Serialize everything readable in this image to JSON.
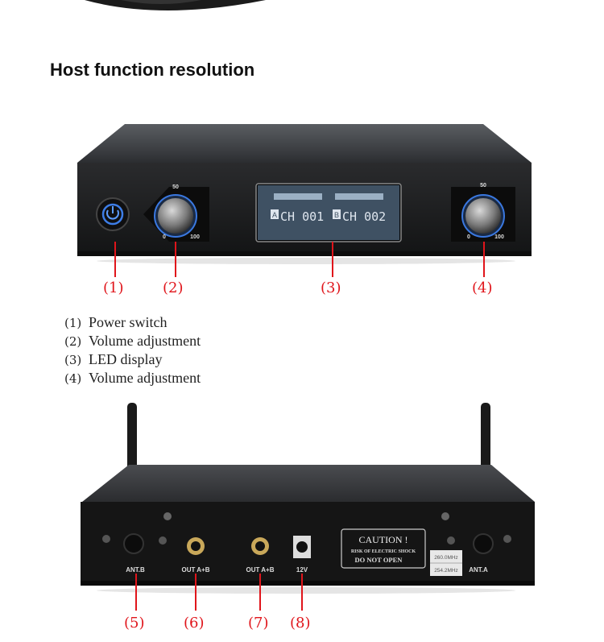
{
  "heading": "Host function resolution",
  "front_panel": {
    "knob_left": {
      "max": "100",
      "mid": "50",
      "min": "0"
    },
    "knob_right": {
      "max": "100",
      "mid": "50",
      "min": "0"
    },
    "lcd": {
      "channel_a_tag": "A",
      "channel_a": "CH 001",
      "channel_b_tag": "B",
      "channel_b": "CH 002"
    },
    "callouts": [
      "(1)",
      "(2)",
      "(3)",
      "(4)"
    ]
  },
  "legend": [
    {
      "num": "(1)",
      "label": "Power switch"
    },
    {
      "num": "(2)",
      "label": "Volume adjustment"
    },
    {
      "num": "(3)",
      "label": "LED display"
    },
    {
      "num": "(4)",
      "label": "Volume adjustment"
    }
  ],
  "back_panel": {
    "port_labels": {
      "ant_b": "ANT.B",
      "out1": "OUT A+B",
      "out2": "OUT A+B",
      "dc": "12V",
      "ant_a": "ANT.A"
    },
    "caution": {
      "title": "CAUTION !",
      "line1": "RISK OF ELECTRIC SHOCK",
      "line2": "DO NOT OPEN"
    },
    "freq": {
      "top": "260.0MHz",
      "bottom": "254.2MHz"
    },
    "callouts": [
      "(5)",
      "(6)",
      "(7)",
      "(8)"
    ]
  }
}
